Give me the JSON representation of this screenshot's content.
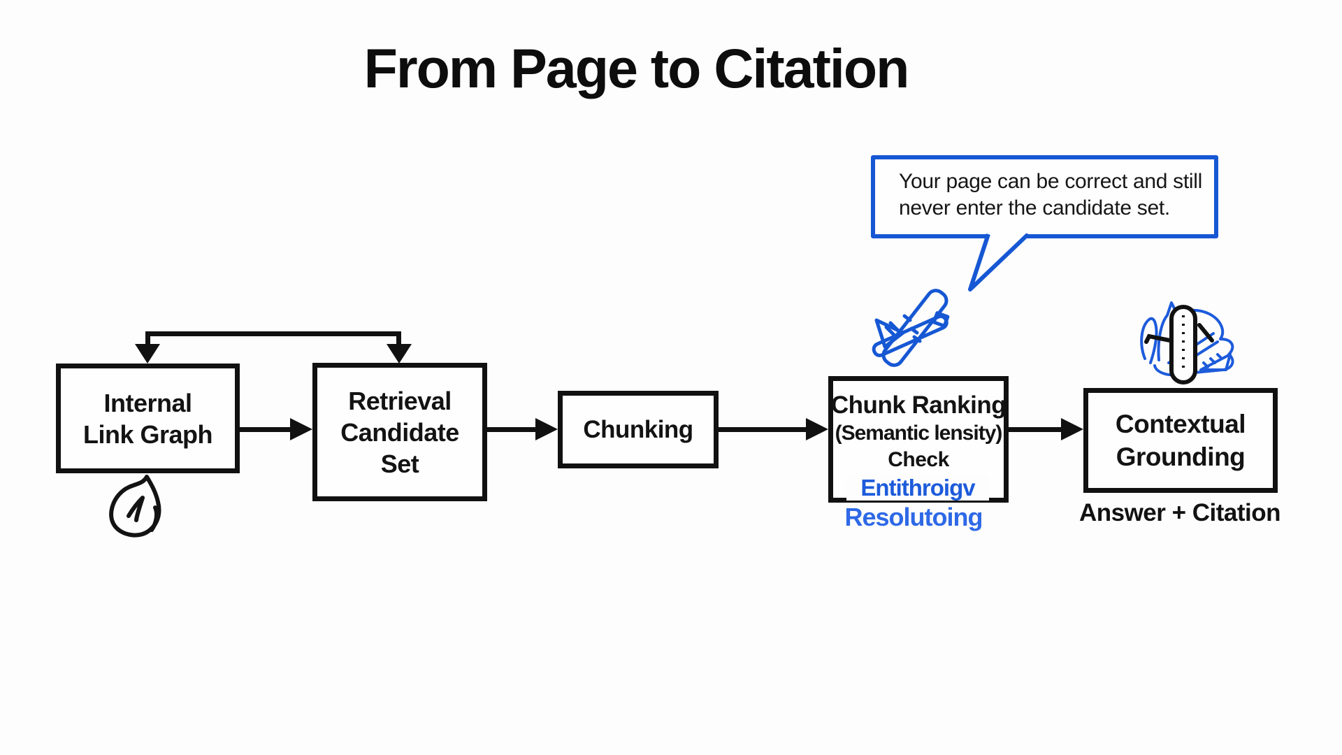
{
  "title": "From Page to Citation",
  "callout": {
    "text_line1": "Your page can be correct and still",
    "text_line2": "never enter the candidate set."
  },
  "boxes": [
    {
      "id": "internal-link-graph",
      "label_lines": [
        "Internal",
        "Link Graph"
      ]
    },
    {
      "id": "retrieval-candidate-set",
      "label_lines": [
        "Retrieval",
        "Candidate",
        "Set"
      ]
    },
    {
      "id": "chunking",
      "label_lines": [
        "Chunking"
      ]
    },
    {
      "id": "chunk-ranking",
      "label_lines": [
        "Chunk Ranking",
        "(Semantic lensity)",
        "Check"
      ],
      "annotation_lines": [
        "Entithroigv",
        "Resolutoing"
      ]
    },
    {
      "id": "contextual-grounding",
      "label_lines": [
        "Contextual",
        "Grounding"
      ],
      "caption": "Answer + Citation"
    }
  ],
  "icons": {
    "below_first_box": "scribble-leaf-icon",
    "above_ranking_box": "blue-plane-doodle-icon",
    "above_grounding_box": "blue-ruler-tangle-doodle-icon"
  },
  "colors": {
    "ink": "#111111",
    "doodle_blue": "#1657d3",
    "annotation_blue_1": "#1d5bdb",
    "annotation_blue_2": "#2e69e6",
    "background": "#fdfdfd"
  }
}
